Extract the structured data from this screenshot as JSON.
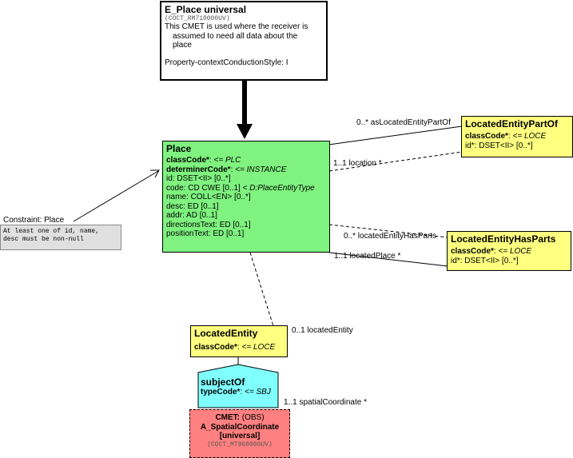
{
  "header": {
    "title": "E_Place universal",
    "id": "(COCT_RM710000UV)",
    "desc1": "This CMET is used where the receiver is",
    "desc2": "assumed to need all data about the",
    "desc3": "place",
    "style": "Property-contextConductionStyle: I"
  },
  "place": {
    "title": "Place",
    "classCode_name": "classCode*",
    "classCode_val": "<= PLC",
    "determinerCode_name": "determinerCode*",
    "determinerCode_val": "<= INSTANCE",
    "attrs": [
      "id: DSET<II> [0..*]",
      "name: COLL<EN> [0..*]",
      "desc: ED [0..1]",
      "addr: AD [0..1]",
      "directionsText: ED [0..1]",
      "positionText: ED [0..1]"
    ],
    "code_plain": "code: CD CWE [0..1] < ",
    "code_italic": "D:PlaceEntityType"
  },
  "constraint": {
    "title": "Constraint: Place",
    "body": "At least one of id, name,\ndesc must be non-null"
  },
  "partOf": {
    "title": "LocatedEntityPartOf",
    "classCode_name": "classCode*",
    "classCode_val": "<= LOCE",
    "id": "id*: DSET<II> [0..*]"
  },
  "hasParts": {
    "title": "LocatedEntityHasParts",
    "classCode_name": "classCode*",
    "classCode_val": "<= LOCE",
    "id": "id*: DSET<II> [0..*]"
  },
  "located": {
    "title": "LocatedEntity",
    "classCode_name": "classCode*",
    "classCode_val": "<= LOCE"
  },
  "subject": {
    "title": "subjectOf",
    "typeCode_name": "typeCode*",
    "typeCode_val": "<= SBJ"
  },
  "cmet": {
    "line1_bold": "CMET:",
    "line1_rest": " (OBS)",
    "line2": "A_SpatialCoordinate",
    "line3": "[universal]",
    "id": "(COCT_MT960000UV)"
  },
  "labels": {
    "asLocatedEntityPartOf": "0..* asLocatedEntityPartOf",
    "location": "1..1 location  *",
    "locatedEntityHasParts": "0..* locatedEntityHasParts",
    "locatedPlace": "1..1 locatedPlace  *",
    "locatedEntity": "0..1 locatedEntity",
    "spatialCoordinate": "1..1 spatialCoordinate  *"
  },
  "colors": {
    "green": "#7FF27F",
    "yellow": "#FFFF80",
    "cyan": "#80FFFF",
    "red": "#FF8080",
    "note": "#E0E0E0"
  }
}
